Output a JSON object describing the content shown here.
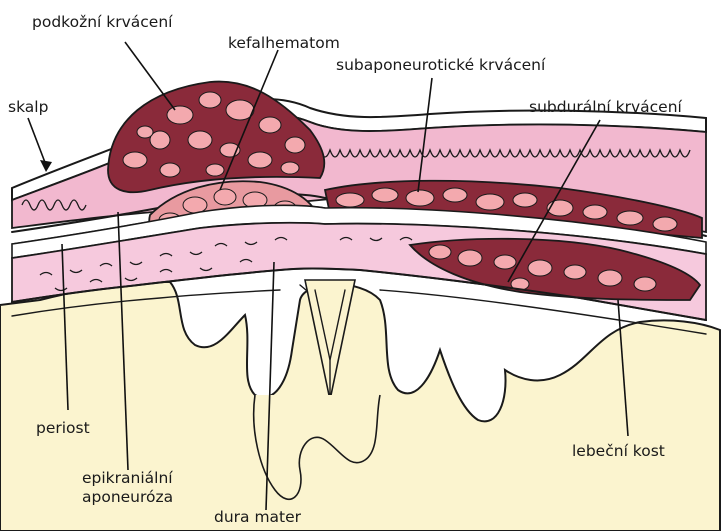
{
  "diagram": {
    "labels": {
      "podkozni": "podkožní krvácení",
      "kefalhematom": "kefalhematom",
      "subaponeuroticke": "subaponeurotické krvácení",
      "skalp": "skalp",
      "subduralni": "subdurální krvácení",
      "periost": "periost",
      "lebecni": "lebeční kost",
      "epikranialni_1": "epikraniální",
      "epikranialni_2": "aponeuróza",
      "dura": "dura mater"
    },
    "colors": {
      "scalp_pink": "#f2b8cf",
      "hemorrhage_dark": "#8a2a3a",
      "hemorrhage_mid": "#e89aa0",
      "cell_fill": "#f3a9ae",
      "bone_pink": "#f6c9dd",
      "brain_cream": "#fbf4cf",
      "outline": "#1a1a1a"
    }
  }
}
